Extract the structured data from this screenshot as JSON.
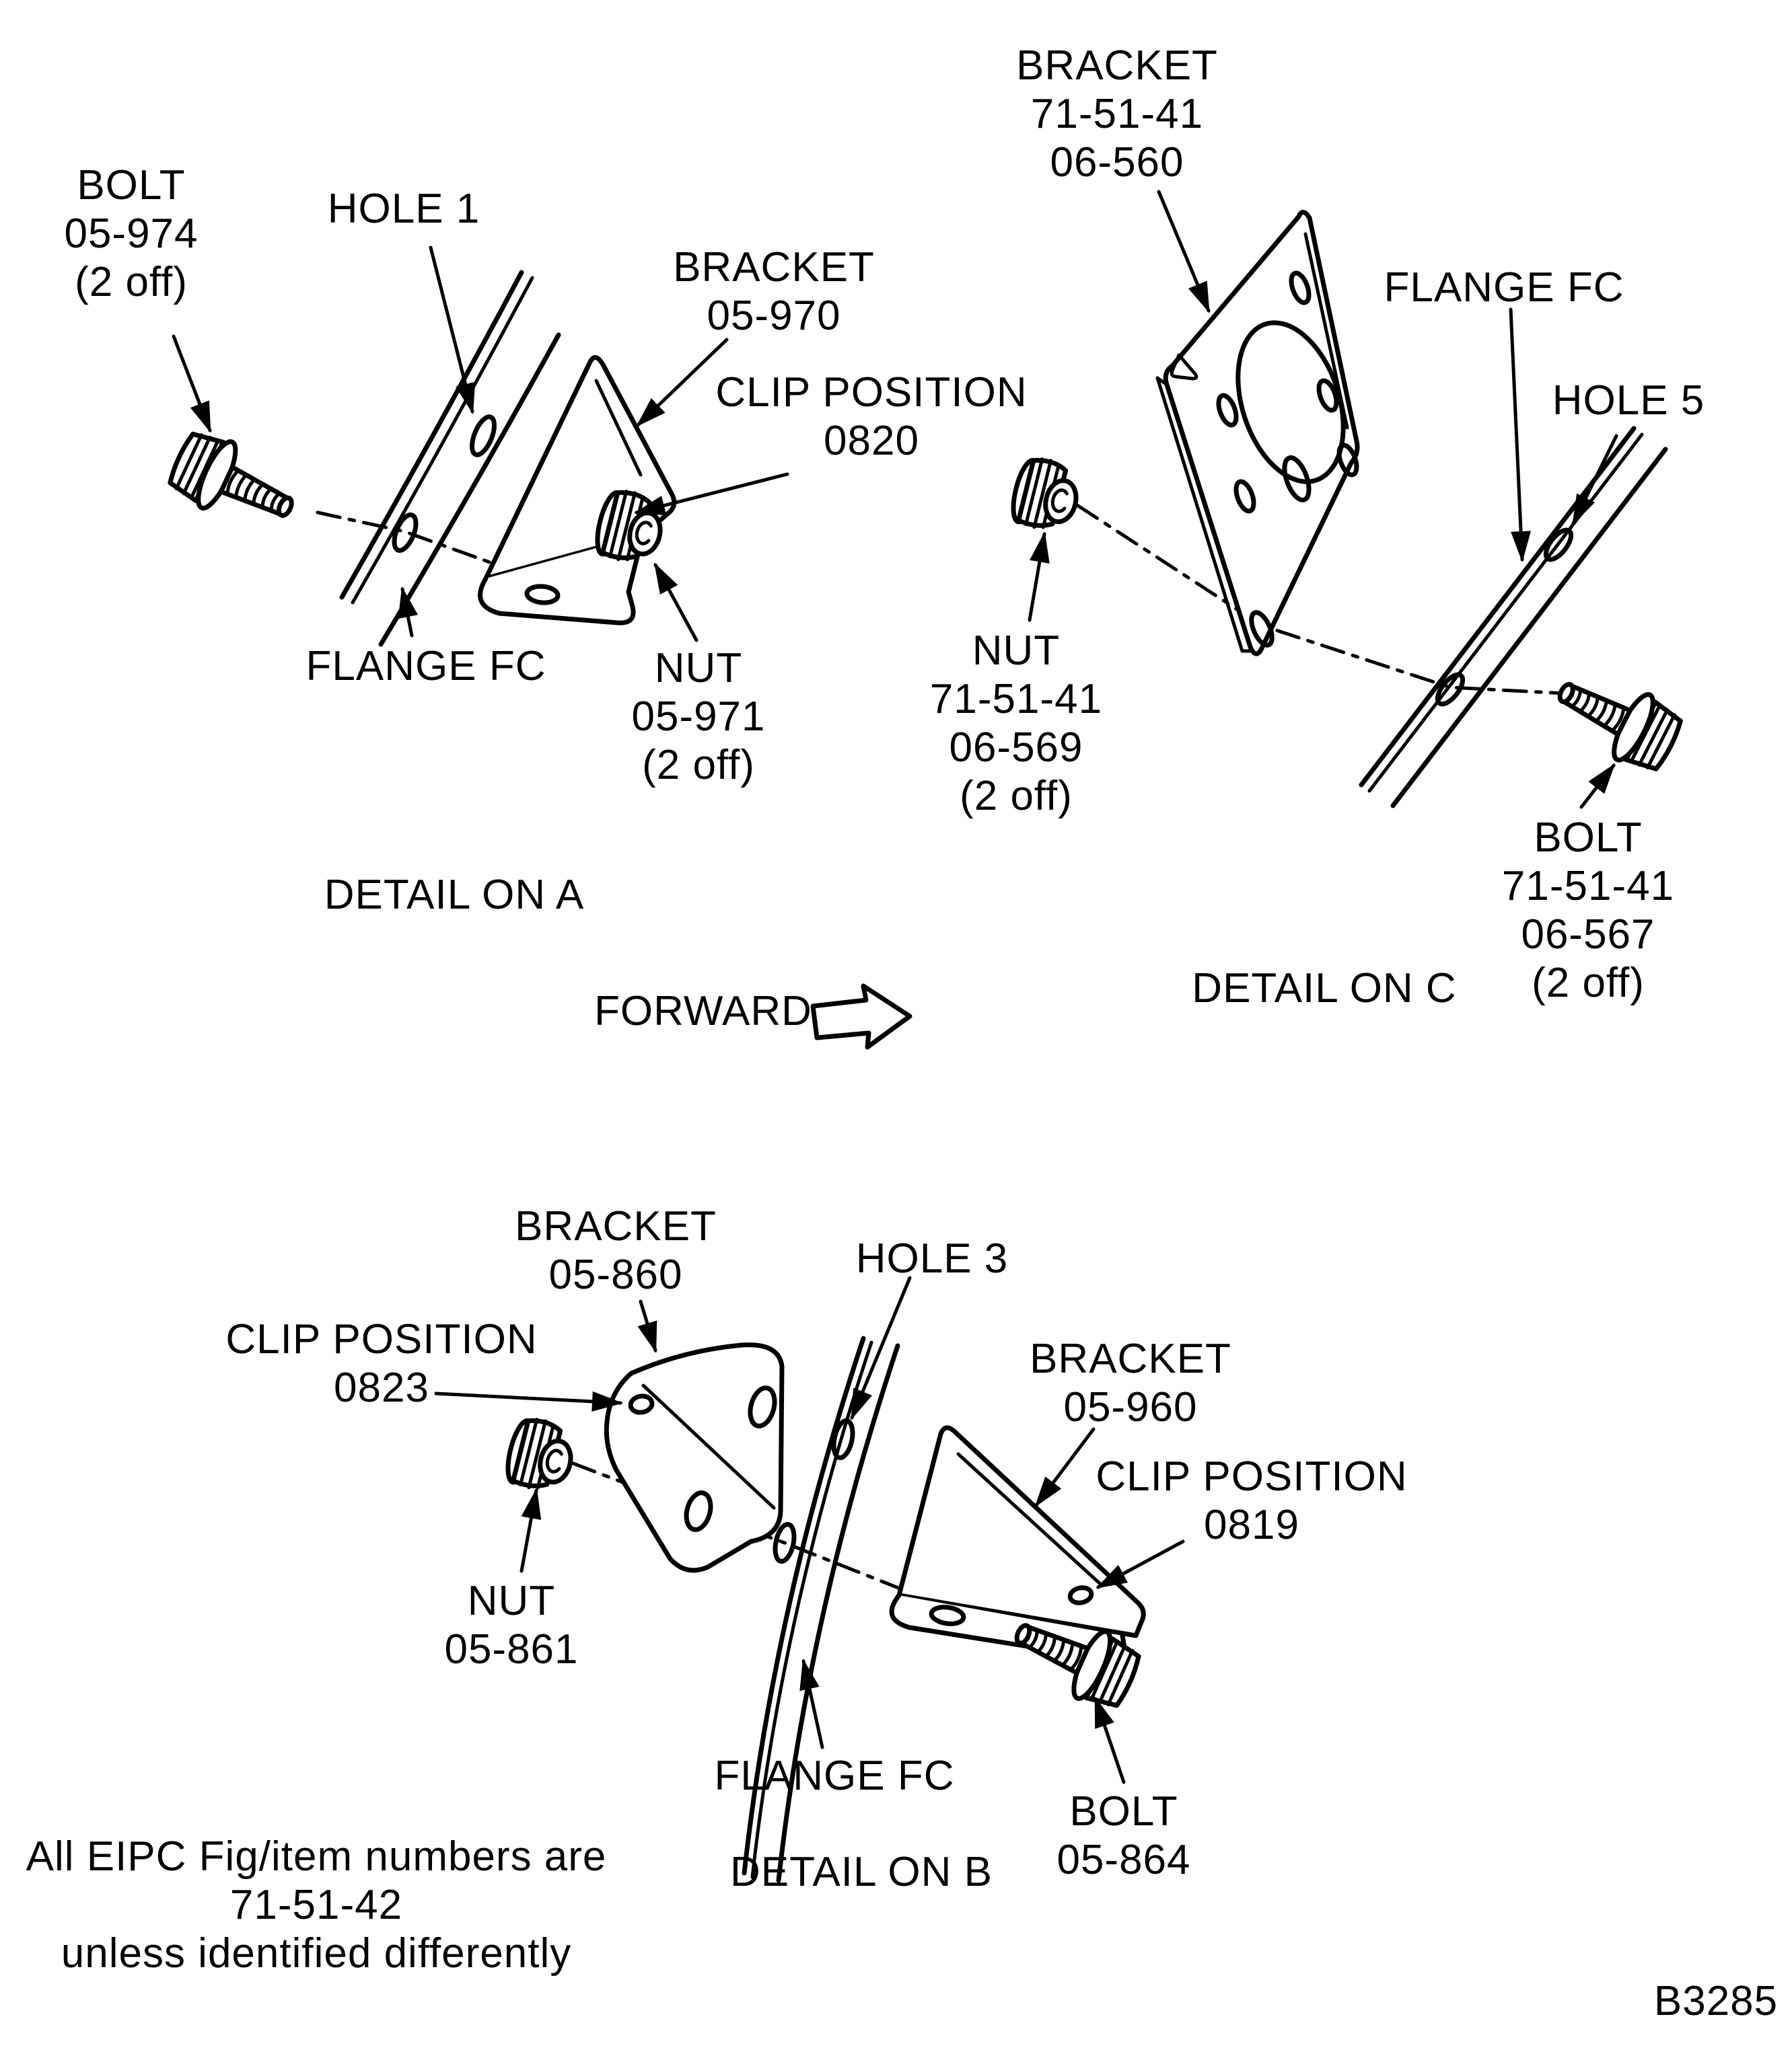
{
  "colors": {
    "ink": "#000000",
    "paper": "#ffffff"
  },
  "figure_code": "B3285",
  "labels": {
    "bolt_a": {
      "lines": [
        "BOLT",
        "05-974",
        "(2 off)"
      ]
    },
    "hole1_a": {
      "lines": [
        "HOLE 1"
      ]
    },
    "bracket_a": {
      "lines": [
        "BRACKET",
        "05-970"
      ]
    },
    "clip_a": {
      "lines": [
        "CLIP POSITION",
        "0820"
      ]
    },
    "flange_a": {
      "lines": [
        "FLANGE FC"
      ]
    },
    "nut_a": {
      "lines": [
        "NUT",
        "05-971",
        "(2 off)"
      ]
    },
    "detail_a": {
      "lines": [
        "DETAIL ON A"
      ]
    },
    "forward": {
      "lines": [
        "FORWARD"
      ]
    },
    "bracket_c": {
      "lines": [
        "BRACKET",
        "71-51-41",
        "06-560"
      ]
    },
    "flange_c": {
      "lines": [
        "FLANGE FC"
      ]
    },
    "hole5_c": {
      "lines": [
        "HOLE 5"
      ]
    },
    "nut_c": {
      "lines": [
        "NUT",
        "71-51-41",
        "06-569",
        "(2 off)"
      ]
    },
    "bolt_c": {
      "lines": [
        "BOLT",
        "71-51-41",
        "06-567",
        "(2 off)"
      ]
    },
    "detail_c": {
      "lines": [
        "DETAIL ON C"
      ]
    },
    "bracket_b1": {
      "lines": [
        "BRACKET",
        "05-860"
      ]
    },
    "hole3_b": {
      "lines": [
        "HOLE 3"
      ]
    },
    "clip_b1": {
      "lines": [
        "CLIP POSITION",
        "0823"
      ]
    },
    "bracket_b2": {
      "lines": [
        "BRACKET",
        "05-960"
      ]
    },
    "clip_b2": {
      "lines": [
        "CLIP POSITION",
        "0819"
      ]
    },
    "nut_b": {
      "lines": [
        "NUT",
        "05-861"
      ]
    },
    "flange_b": {
      "lines": [
        "FLANGE FC"
      ]
    },
    "bolt_b": {
      "lines": [
        "BOLT",
        "05-864"
      ]
    },
    "detail_b": {
      "lines": [
        "DETAIL ON B"
      ]
    },
    "note": {
      "lines": [
        "All EIPC Fig/item numbers are",
        "71-51-42",
        "unless identified differently"
      ]
    },
    "code": {
      "lines": [
        "B3285"
      ]
    }
  }
}
